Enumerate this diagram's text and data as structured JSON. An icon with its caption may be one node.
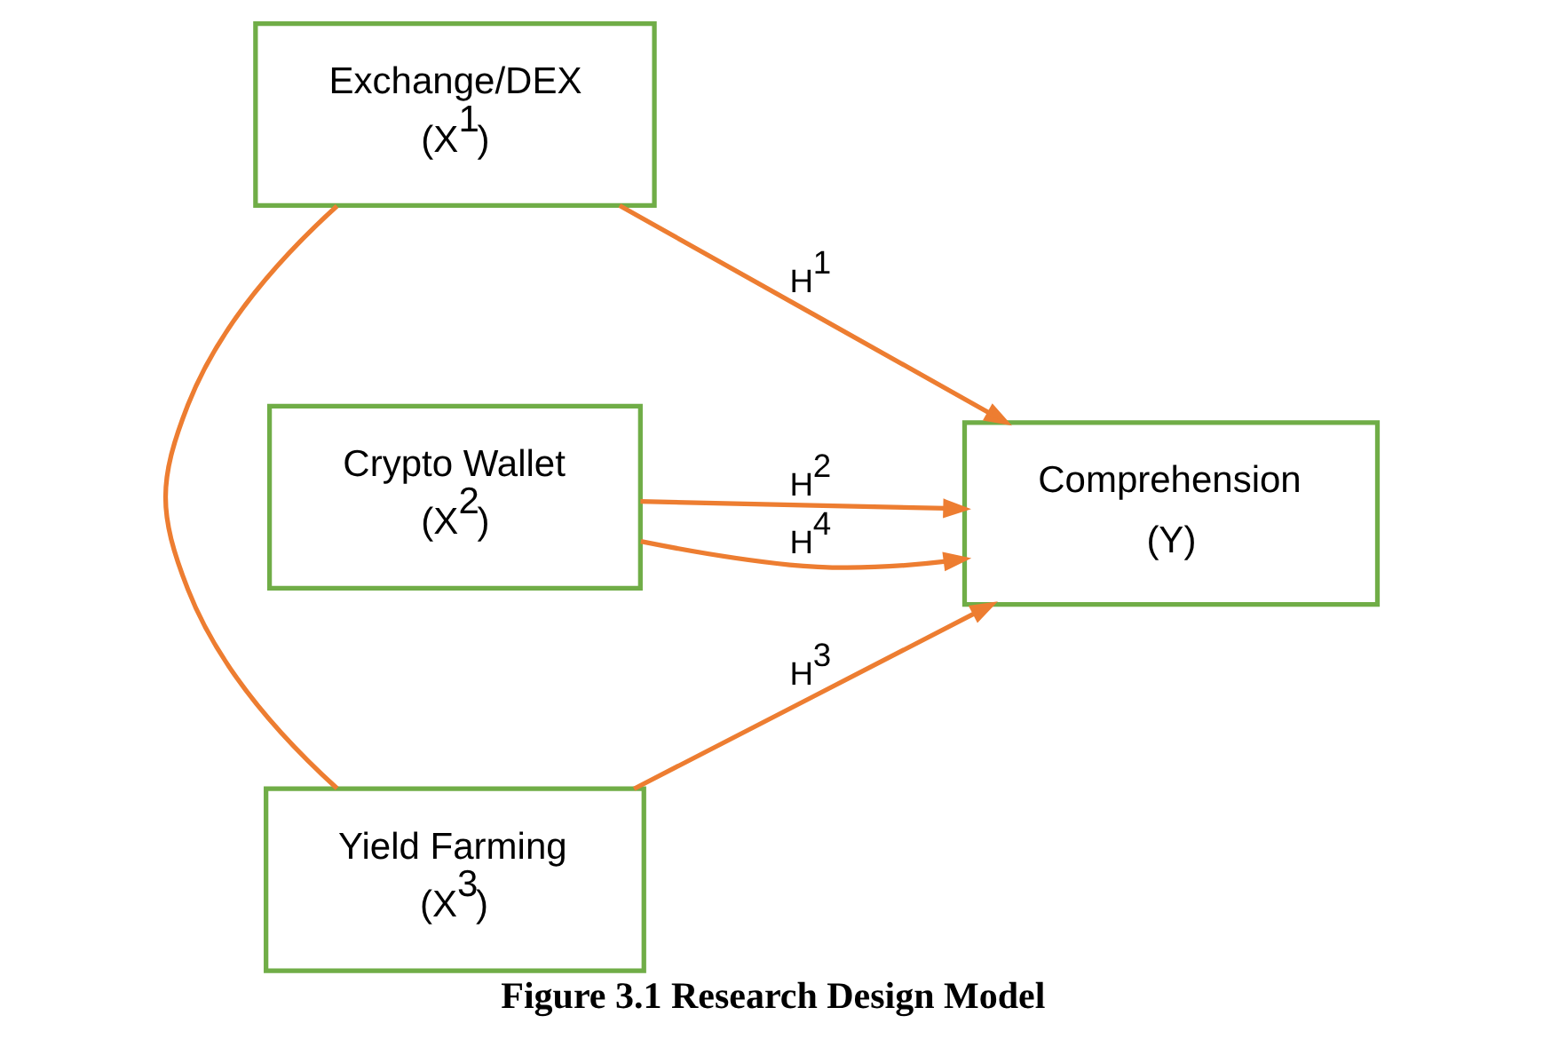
{
  "diagram": {
    "caption": "Figure 3.1 Research Design Model",
    "nodes": [
      {
        "text": [
          "Exchange/DEX",
          "(X$^{1}$)"
        ]
      },
      {
        "text": [
          "Crypto Wallet",
          "(X$^{2}$)"
        ]
      },
      {
        "text": [
          "Yield Farming",
          "(X$^{3}$)"
        ]
      },
      {
        "text": [
          "Comprehension",
          "(Y)"
        ]
      }
    ],
    "edges": [
      {
        "from": 0,
        "to": 3,
        "arrow": "to",
        "label": "H$^{1}$"
      },
      {
        "from": 1,
        "to": 3,
        "arrow": "to",
        "label": "H$^{2}$"
      },
      {
        "from": 2,
        "to": 3,
        "arrow": "to",
        "label": "H$^{3}$"
      },
      {
        "from": 0,
        "to": 2,
        "arrow": "none"
      },
      {
        "from": 1,
        "to": 3,
        "arrow": "to",
        "label": "H$^{4}$"
      }
    ]
  }
}
